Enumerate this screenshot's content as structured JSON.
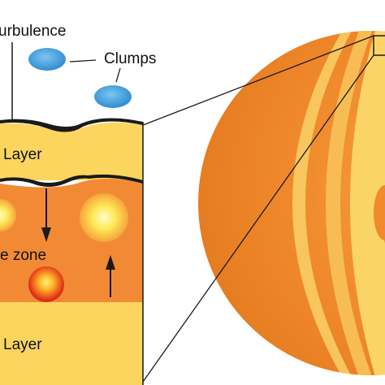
{
  "labels": {
    "turbulence": "urbulence",
    "clumps": "Clumps",
    "upper_layer": "Layer",
    "zone": "e zone",
    "lower_layer": "Layer"
  },
  "colors": {
    "layer_yellow": "#fcd55e",
    "zone_orange": "#f28a35",
    "clump_blue": "#3a9ad9",
    "bubble_yellow": "#ffe84a",
    "bubble_red": "#e8341a",
    "sphere_outer": "#f08a2c",
    "sphere_band": "#f8c45a",
    "outline": "#1a1a1a"
  }
}
